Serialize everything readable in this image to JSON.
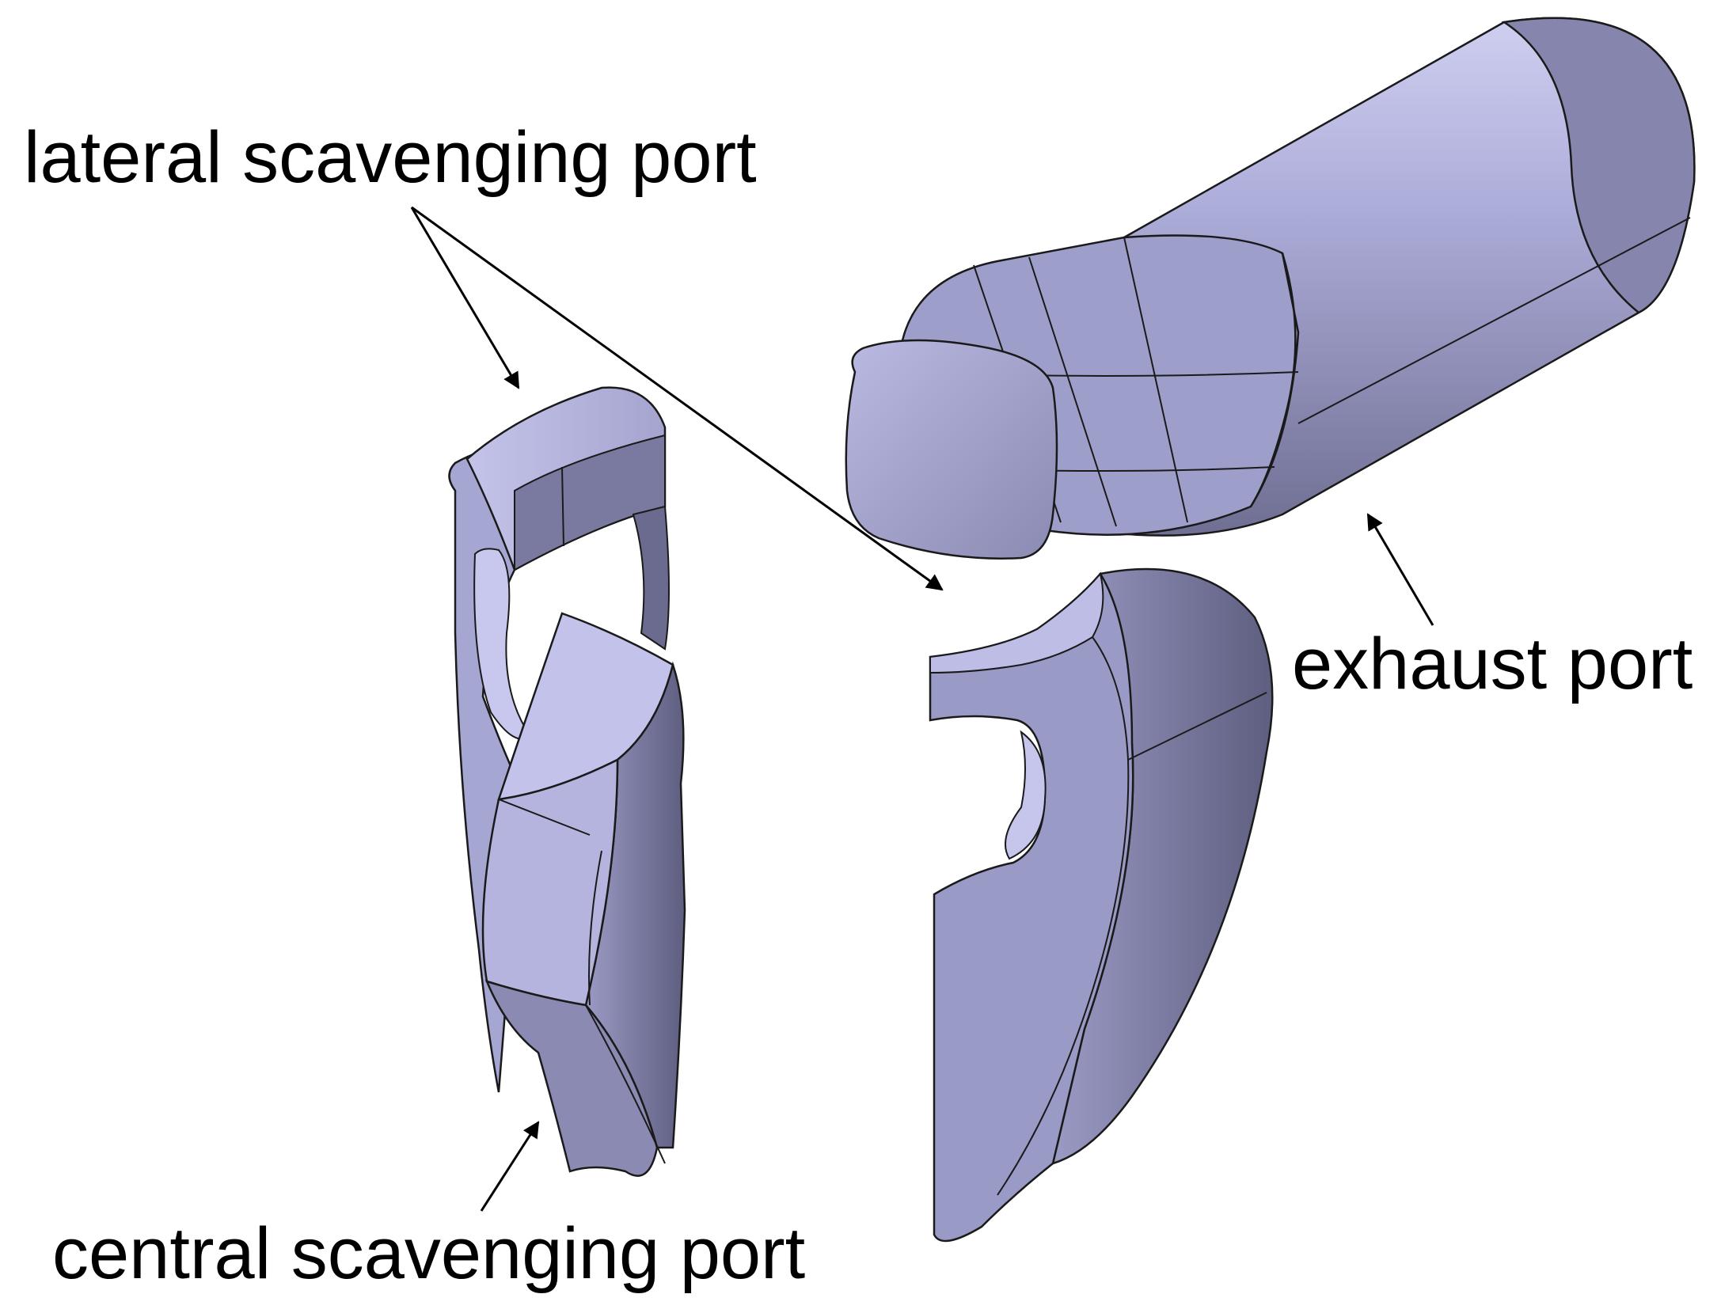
{
  "labels": {
    "lateral": "lateral scavenging port",
    "exhaust": "exhaust port",
    "central": "central scavenging port"
  },
  "colors": {
    "background": "#ffffff",
    "face_light": "#c9c9ee",
    "face_mid": "#a7a7d2",
    "face_dark": "#7c7ca2",
    "face_shadow": "#5f5f80",
    "edge": "#1a1a1a",
    "arrow": "#000000"
  }
}
